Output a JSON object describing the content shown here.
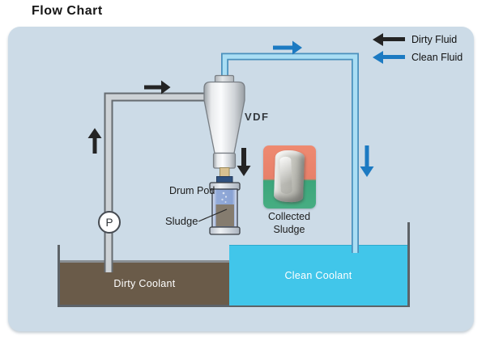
{
  "title": "Flow Chart",
  "legend": {
    "items": [
      {
        "label": "Dirty Fluid",
        "color": "#242424"
      },
      {
        "label": "Clean Fluid",
        "color": "#1c7ac2"
      }
    ]
  },
  "diagram": {
    "panel_color": "#ccdbe7",
    "separator_label": "VDF",
    "drum_pod_label": "Drum Pod",
    "sludge_label": "Sludge",
    "collected_sludge": {
      "line1": "Collected",
      "line2": "Sludge"
    },
    "pump_label": "P",
    "tanks": {
      "dirty": {
        "label": "Dirty Coolant",
        "color": "#6a5b49"
      },
      "clean": {
        "label": "Clean Coolant",
        "color": "#41c6ea"
      }
    },
    "flow_colors": {
      "dirty_fluid": "#242424",
      "clean_fluid": "#1c7ac2"
    },
    "pipe_colors": {
      "dirty_pipe": "#cdd2d6",
      "clean_pipe": "#aadef4"
    }
  }
}
